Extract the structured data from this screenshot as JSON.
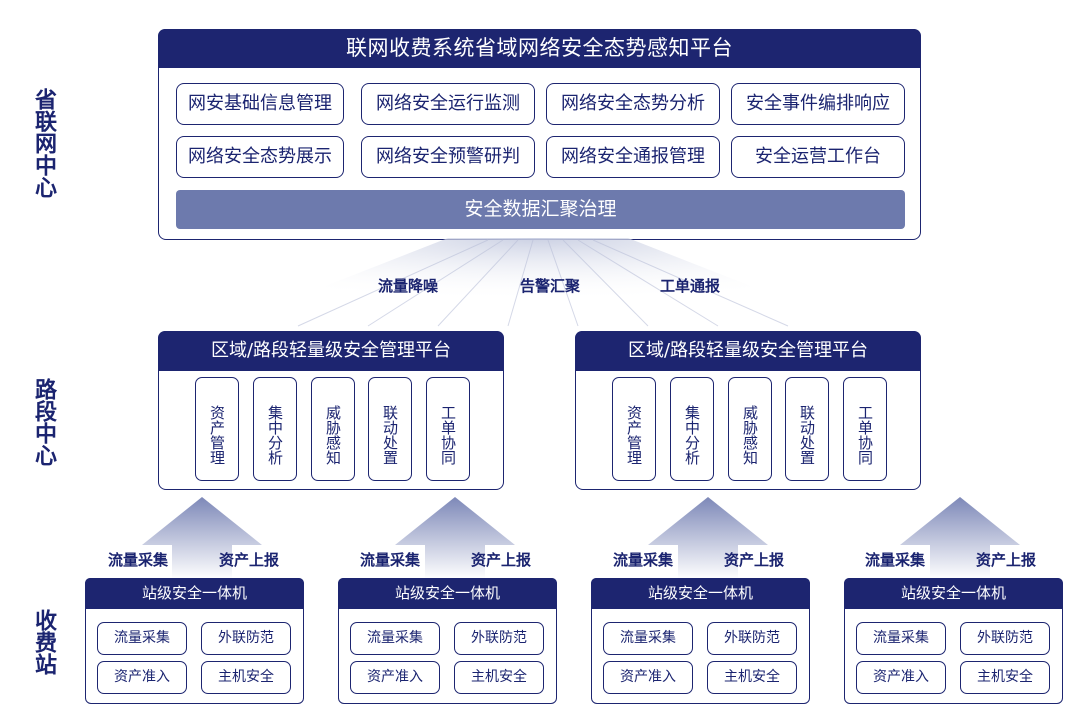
{
  "tiers": {
    "province": "省联网中心",
    "road": "路段中心",
    "station": "收费站"
  },
  "top_platform": {
    "title": "联网收费系统省域网络安全态势感知平台",
    "modules": [
      "网安基础信息管理",
      "网络安全运行监测",
      "网络安全态势分析",
      "安全事件编排响应",
      "网络安全态势展示",
      "网络安全预警研判",
      "网络安全通报管理",
      "安全运营工作台"
    ],
    "data_bar": "安全数据汇聚治理"
  },
  "flow_labels": [
    "流量降噪",
    "告警汇聚",
    "工单通报"
  ],
  "regions": [
    {
      "title": "区域/路段轻量级安全管理平台",
      "modules": [
        "资产管理",
        "集中分析",
        "威胁感知",
        "联动处置",
        "工单协同"
      ]
    },
    {
      "title": "区域/路段轻量级安全管理平台",
      "modules": [
        "资产管理",
        "集中分析",
        "威胁感知",
        "联动处置",
        "工单协同"
      ]
    }
  ],
  "uplink_labels": {
    "left": "流量采集",
    "right": "资产上报"
  },
  "stations": [
    {
      "title": "站级安全一体机",
      "modules": [
        "流量采集",
        "外联防范",
        "资产准入",
        "主机安全"
      ]
    },
    {
      "title": "站级安全一体机",
      "modules": [
        "流量采集",
        "外联防范",
        "资产准入",
        "主机安全"
      ]
    },
    {
      "title": "站级安全一体机",
      "modules": [
        "流量采集",
        "外联防范",
        "资产准入",
        "主机安全"
      ]
    },
    {
      "title": "站级安全一体机",
      "modules": [
        "流量采集",
        "外联防范",
        "资产准入",
        "主机安全"
      ]
    }
  ],
  "colors": {
    "primary": "#1d2570",
    "data_bar": "#6d7aad",
    "arrow": "#b8bfd9"
  }
}
